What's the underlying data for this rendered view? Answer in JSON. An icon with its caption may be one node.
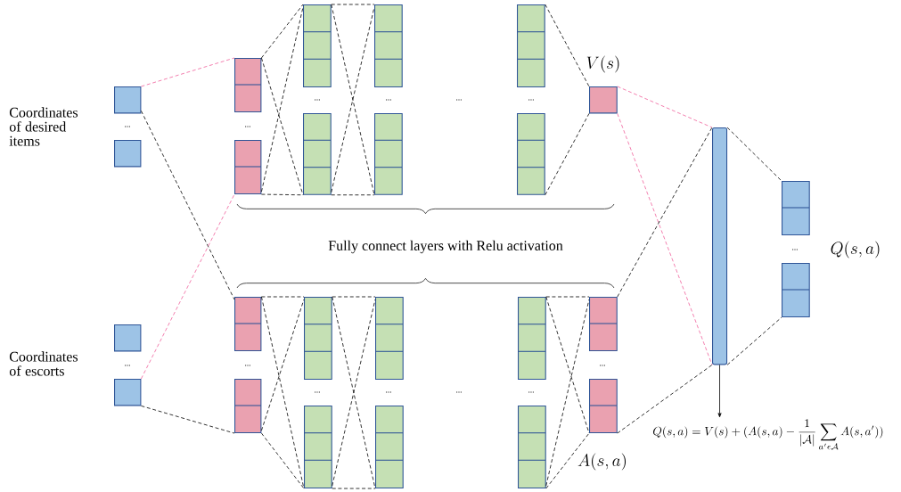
{
  "diagram": {
    "nodes": [
      {
        "text": [],
        "shape": "box"
      },
      {
        "text": [],
        "shape": "box"
      },
      {
        "text": [],
        "shape": "box"
      },
      {
        "text": [],
        "shape": "box"
      },
      {
        "text": [],
        "shape": "box"
      },
      {
        "text": [],
        "shape": "box"
      },
      {
        "text": [],
        "shape": "box"
      },
      {
        "text": [],
        "shape": "box"
      },
      {
        "text": [],
        "shape": "box"
      },
      {
        "text": [],
        "shape": "box"
      },
      {
        "text": [],
        "shape": "box",
        "beside": [
          "V(s)"
        ]
      },
      {
        "text": [],
        "shape": "box"
      },
      {
        "text": [],
        "shape": "box"
      },
      {
        "text": [],
        "shape": "box"
      },
      {
        "text": [],
        "shape": "box"
      },
      {
        "text": [],
        "shape": "box"
      },
      {
        "text": [],
        "shape": "box"
      },
      {
        "text": [],
        "shape": "box"
      },
      {
        "text": [],
        "shape": "box"
      },
      {
        "text": [],
        "shape": "box"
      },
      {
        "text": [],
        "shape": "box"
      },
      {
        "text": [],
        "shape": "box"
      },
      {
        "text": [],
        "shape": "box",
        "beside": [
          "A(s,a)"
        ]
      },
      {
        "text": [],
        "shape": "bar"
      },
      {
        "text": [],
        "shape": "box"
      },
      {
        "text": [],
        "shape": "box",
        "beside": [
          "Q(s,a)"
        ]
      },
      {
        "text": [
          "Q(s,a)=V(s)+(A(s,a)-\\frac{1}{|\\mathcal{A}|}\\sum_{a'\\epsilon\\mathcal{A}}A(s,a'))"
        ]
      }
    ],
    "edges": [
      {
        "from": 0,
        "to": 2,
        "arrow": "none",
        "style": "dashed",
        "color": "#f0609a"
      },
      {
        "from": 0,
        "to": 13,
        "arrow": "none",
        "style": "dashed"
      },
      {
        "from": 12,
        "to": 3,
        "arrow": "none",
        "style": "dashed",
        "color": "#f0609a"
      },
      {
        "from": 12,
        "to": 14,
        "arrow": "none",
        "style": "dashed"
      },
      {
        "from": 2,
        "to": 4,
        "arrow": "none",
        "style": "dashed"
      },
      {
        "from": 2,
        "to": 5,
        "arrow": "none",
        "style": "dashed"
      },
      {
        "from": 3,
        "to": 4,
        "arrow": "none",
        "style": "dashed"
      },
      {
        "from": 3,
        "to": 5,
        "arrow": "none",
        "style": "dashed"
      },
      {
        "from": 4,
        "to": 6,
        "arrow": "none",
        "style": "dashed"
      },
      {
        "from": 4,
        "to": 7,
        "arrow": "none",
        "style": "dashed"
      },
      {
        "from": 5,
        "to": 6,
        "arrow": "none",
        "style": "dashed"
      },
      {
        "from": 5,
        "to": 7,
        "arrow": "none",
        "style": "dashed"
      },
      {
        "from": 8,
        "to": 10,
        "arrow": "none",
        "style": "dashed"
      },
      {
        "from": 9,
        "to": 10,
        "arrow": "none",
        "style": "dashed"
      },
      {
        "from": 13,
        "to": 15,
        "arrow": "none",
        "style": "dashed"
      },
      {
        "from": 13,
        "to": 16,
        "arrow": "none",
        "style": "dashed"
      },
      {
        "from": 14,
        "to": 15,
        "arrow": "none",
        "style": "dashed"
      },
      {
        "from": 14,
        "to": 16,
        "arrow": "none",
        "style": "dashed"
      },
      {
        "from": 15,
        "to": 17,
        "arrow": "none",
        "style": "dashed"
      },
      {
        "from": 15,
        "to": 18,
        "arrow": "none",
        "style": "dashed"
      },
      {
        "from": 16,
        "to": 17,
        "arrow": "none",
        "style": "dashed"
      },
      {
        "from": 16,
        "to": 18,
        "arrow": "none",
        "style": "dashed"
      },
      {
        "from": 19,
        "to": 21,
        "arrow": "none",
        "style": "dashed"
      },
      {
        "from": 19,
        "to": 22,
        "arrow": "none",
        "style": "dashed"
      },
      {
        "from": 20,
        "to": 21,
        "arrow": "none",
        "style": "dashed"
      },
      {
        "from": 20,
        "to": 22,
        "arrow": "none",
        "style": "dashed"
      },
      {
        "from": 10,
        "to": 23,
        "arrow": "none",
        "style": "dashed",
        "color": "#f0609a"
      },
      {
        "from": 10,
        "to": 23,
        "arrow": "none",
        "style": "dashed",
        "color": "#f0609a"
      },
      {
        "from": 21,
        "to": 23,
        "arrow": "none",
        "style": "dashed"
      },
      {
        "from": 22,
        "to": 23,
        "arrow": "none",
        "style": "dashed"
      },
      {
        "from": 23,
        "to": 24,
        "arrow": "none",
        "style": "dashed"
      },
      {
        "from": 23,
        "to": 25,
        "arrow": "none",
        "style": "dashed"
      },
      {
        "from": 23,
        "to": 26,
        "arrow": "to"
      }
    ],
    "labels": [
      "Coordinates of desired items",
      "...",
      "...",
      "...",
      "...",
      "...",
      "...",
      "Fully connect layers with Relu activation",
      "...",
      "Coordinates of escorts",
      "...",
      "...",
      "...",
      "...",
      "...",
      "...",
      "..."
    ]
  }
}
